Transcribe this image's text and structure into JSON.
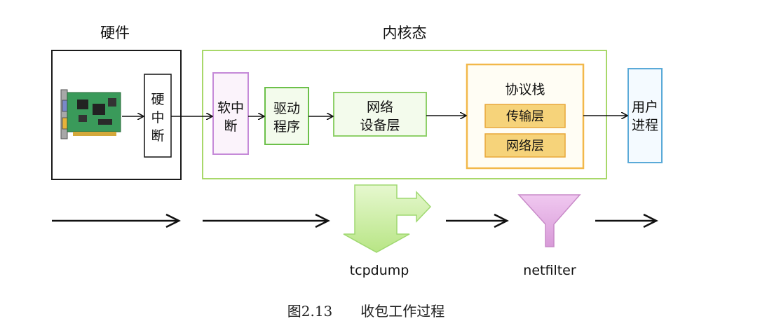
{
  "sections": {
    "hardware": "硬件",
    "kernel": "内核态"
  },
  "nodes": {
    "hard_irq": [
      "硬",
      "中",
      "断"
    ],
    "soft_irq": [
      "软中",
      "断"
    ],
    "driver": [
      "驱动",
      "程序"
    ],
    "net_device": [
      "网络",
      "设备层"
    ],
    "protocol_stack": "协议栈",
    "transport": "传输层",
    "network": "网络层",
    "user_process": [
      "用户",
      "进程"
    ]
  },
  "tools": {
    "tcpdump": "tcpdump",
    "netfilter": "netfilter"
  },
  "caption": "图2.13　　收包工作过程",
  "colors": {
    "hardware_border": "#1a1a1a",
    "kernel_border": "#a8d86a",
    "soft_irq_border": "#c58ad8",
    "driver_border": "#6cc04a",
    "net_device_border": "#8fd06a",
    "stack_border": "#f2b84a",
    "layer_fill": "#f6d37a",
    "user_border": "#5aaad8",
    "tcpdump_fill": "#c9ee9e",
    "netfilter_fill": "#e6b0e6"
  }
}
